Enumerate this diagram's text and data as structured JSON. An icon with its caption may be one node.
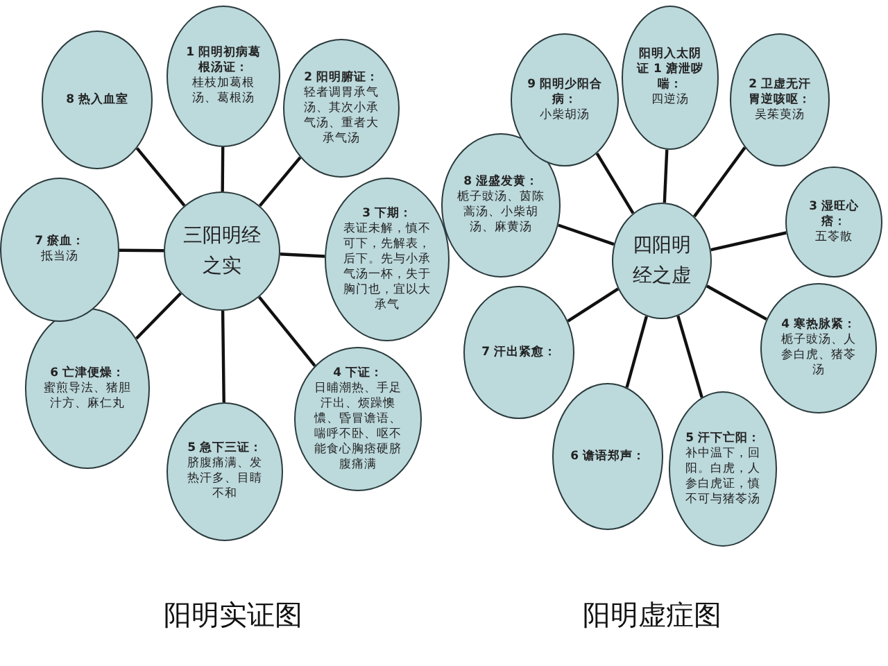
{
  "diagram": {
    "nodes": [
      {
        "text": [
          "三阳明经之实"
        ]
      },
      {
        "text": [
          "1 阳明初病葛根汤证：",
          "桂枝加葛根汤、葛根汤"
        ]
      },
      {
        "text": [
          "2 阳明腑证：",
          "轻者调胃承气汤、其次小承气汤、重者大承气汤"
        ]
      },
      {
        "text": [
          "3 下期：",
          "表证未解，慎不可下，先解表，后下。先与小承气汤一杯，失于胸门也，宜以大承气"
        ]
      },
      {
        "text": [
          "4 下证：",
          "日晡潮热、手足汗出、烦躁懊憹、昏冒谵语、喘呼不卧、呕不能食心胸痞硬脐腹痛满"
        ]
      },
      {
        "text": [
          "5 急下三证：",
          "脐腹痛满、发热汗多、目睛不和"
        ]
      },
      {
        "text": [
          "6 亡津便燥：",
          "蜜煎导法、猪胆汁方、麻仁丸"
        ]
      },
      {
        "text": [
          "7 瘀血：",
          "抵当汤"
        ]
      },
      {
        "text": [
          "8 热入血室"
        ]
      },
      {
        "text": [
          "四阳明经之虚"
        ]
      },
      {
        "text": [
          "阳明入太阴证 1 溏泄哕喘：",
          "四逆汤"
        ]
      },
      {
        "text": [
          "2 卫虚无汗胃逆咳呕：",
          "吴茱萸汤"
        ]
      },
      {
        "text": [
          "3 湿旺心痞：",
          "五苓散"
        ]
      },
      {
        "text": [
          "4 寒热脉紧：",
          "栀子豉汤、人参白虎、猪苓汤"
        ]
      },
      {
        "text": [
          "5 汗下亡阳：",
          "补中温下，回阳。白虎，人参白虎证，慎不可与猪苓汤"
        ]
      },
      {
        "text": [
          "6 谵语郑声："
        ]
      },
      {
        "text": [
          "7 汗出紧愈："
        ]
      },
      {
        "text": [
          "8 湿盛发黄：",
          "栀子豉汤、茵陈蒿汤、小柴胡汤、麻黄汤"
        ]
      },
      {
        "text": [
          "9 阳明少阳合病：",
          "小柴胡汤"
        ]
      }
    ],
    "edges": [
      {
        "from": 0,
        "to": 1,
        "arrow": "none"
      },
      {
        "from": 0,
        "to": 2,
        "arrow": "none"
      },
      {
        "from": 0,
        "to": 3,
        "arrow": "none"
      },
      {
        "from": 0,
        "to": 4,
        "arrow": "none"
      },
      {
        "from": 0,
        "to": 5,
        "arrow": "none"
      },
      {
        "from": 0,
        "to": 6,
        "arrow": "none"
      },
      {
        "from": 0,
        "to": 7,
        "arrow": "none"
      },
      {
        "from": 0,
        "to": 8,
        "arrow": "none"
      },
      {
        "from": 9,
        "to": 10,
        "arrow": "none"
      },
      {
        "from": 9,
        "to": 11,
        "arrow": "none"
      },
      {
        "from": 9,
        "to": 12,
        "arrow": "none"
      },
      {
        "from": 9,
        "to": 13,
        "arrow": "none"
      },
      {
        "from": 9,
        "to": 14,
        "arrow": "none"
      },
      {
        "from": 9,
        "to": 15,
        "arrow": "none"
      },
      {
        "from": 9,
        "to": 16,
        "arrow": "none"
      },
      {
        "from": 9,
        "to": 17,
        "arrow": "none"
      },
      {
        "from": 9,
        "to": 18,
        "arrow": "none"
      }
    ],
    "labels": [
      "阳明实证图",
      "阳明虚症图"
    ]
  }
}
